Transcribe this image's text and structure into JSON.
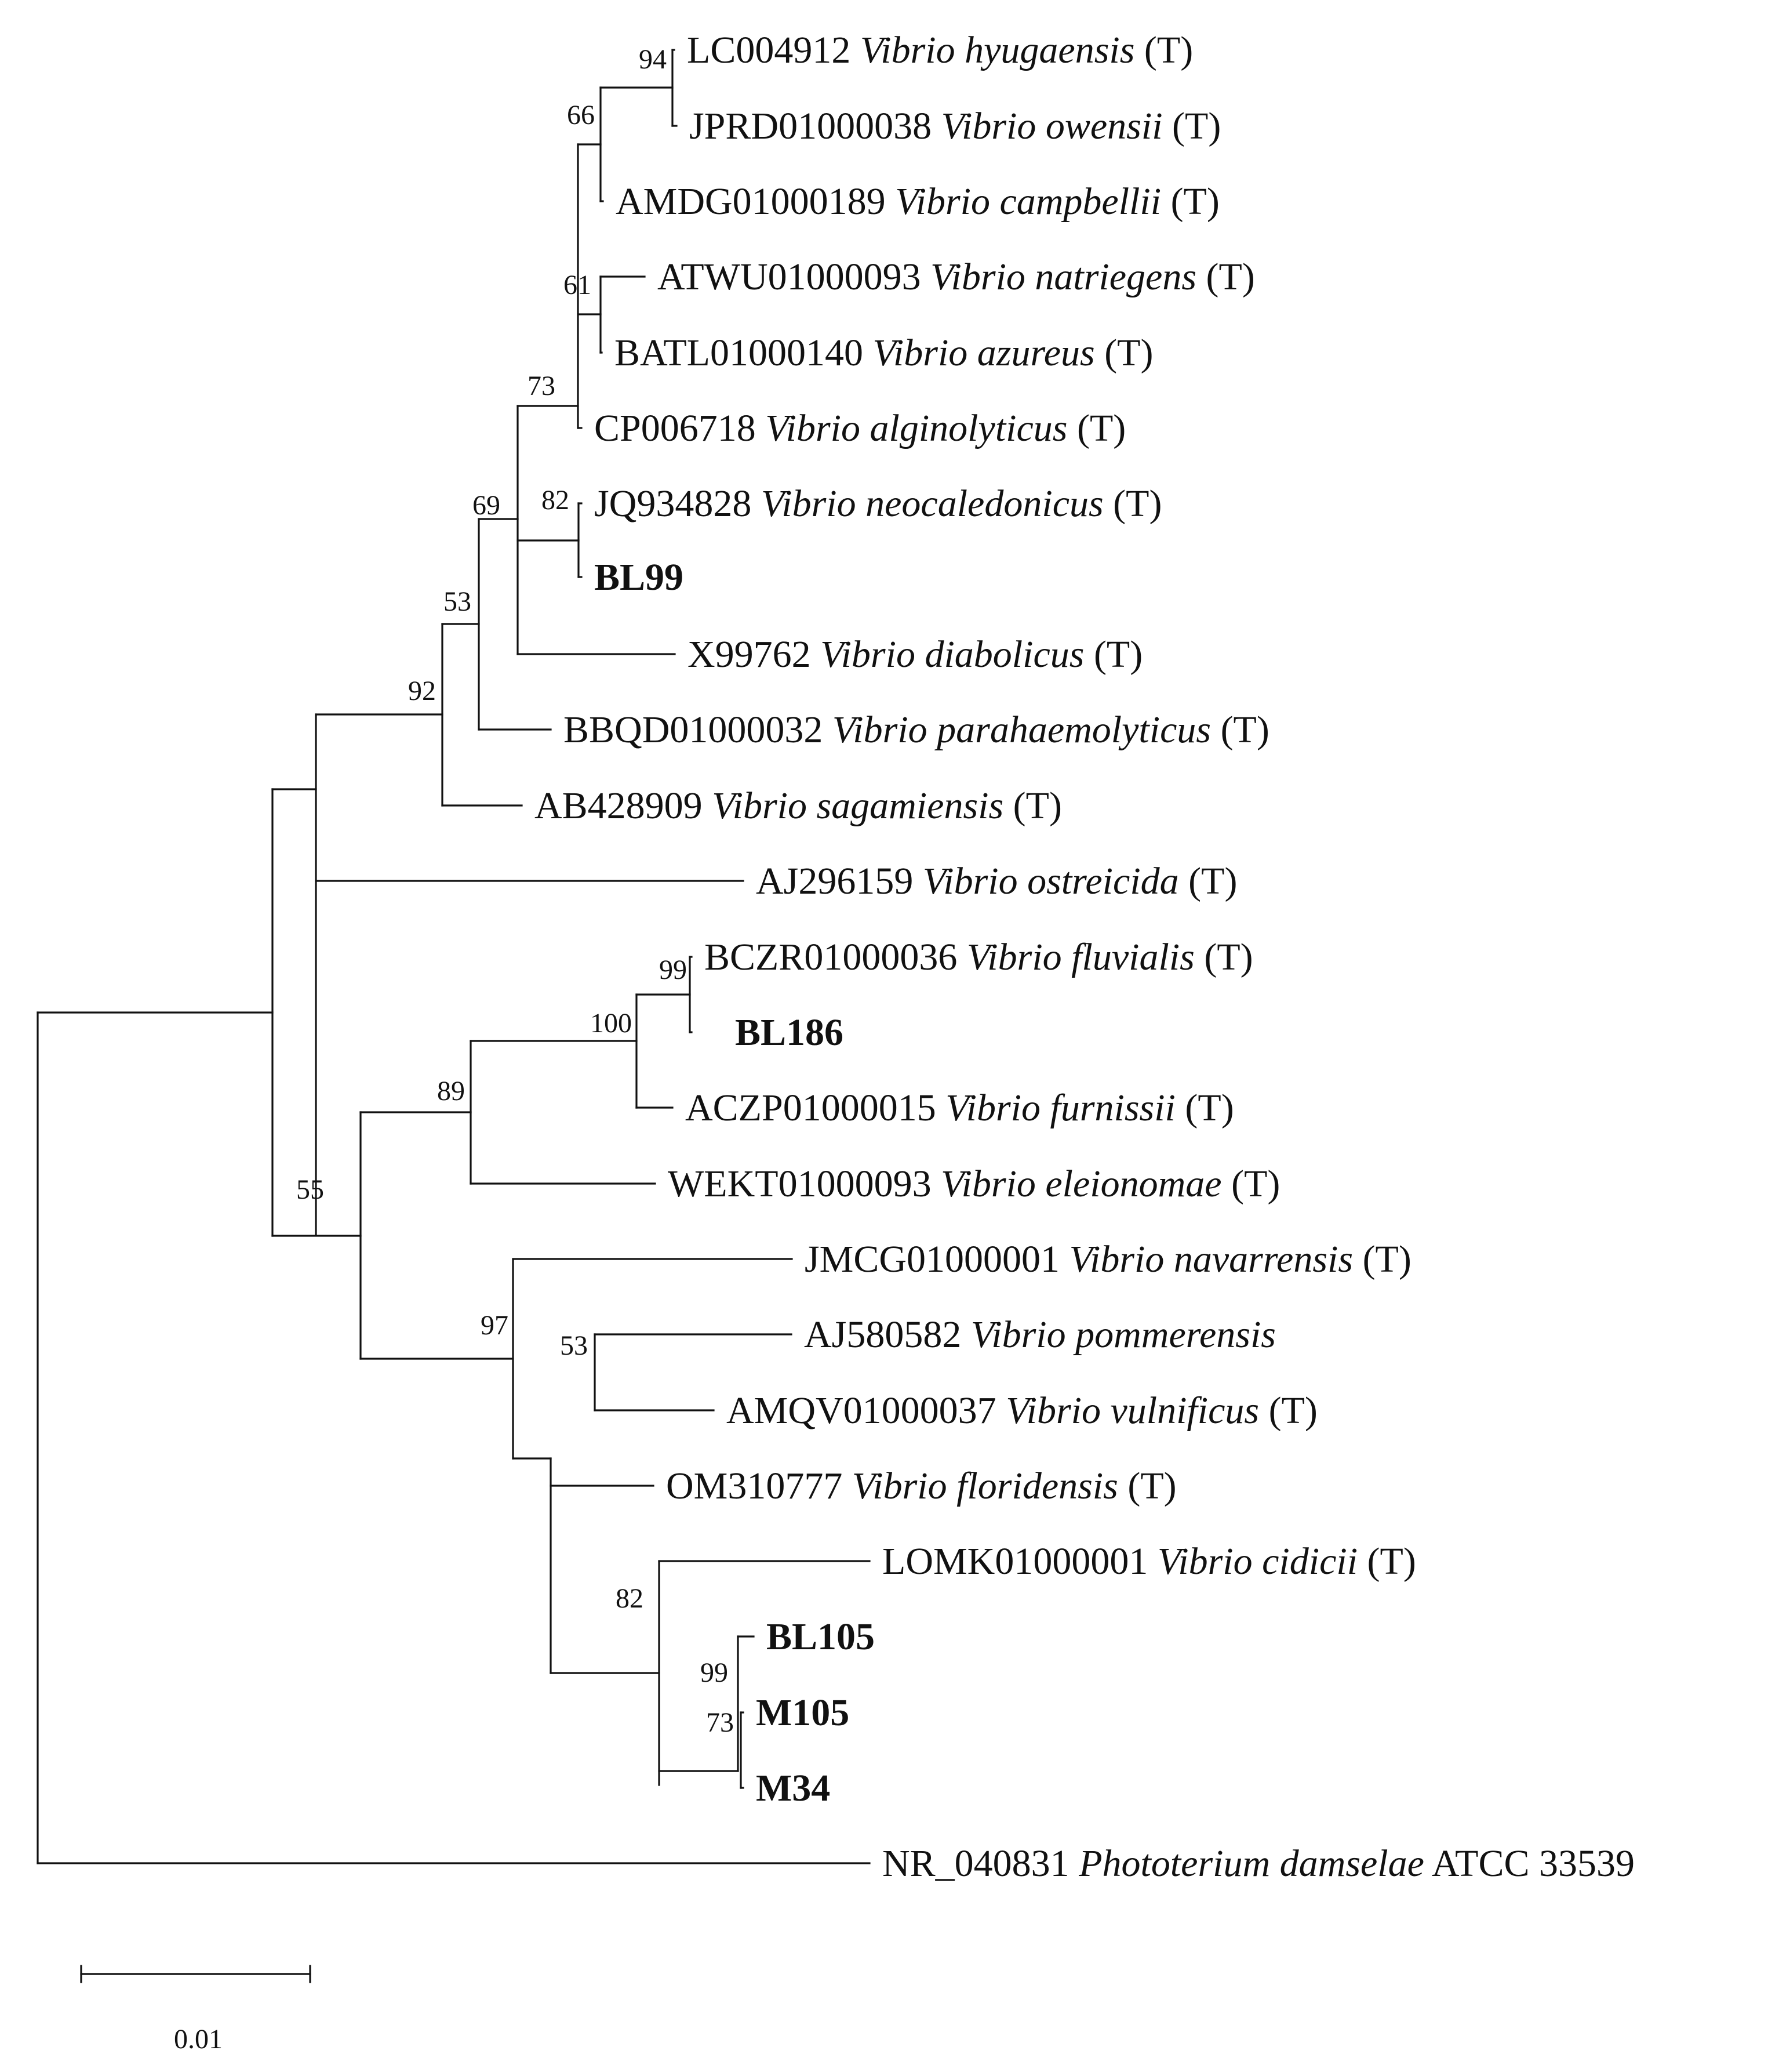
{
  "tree": {
    "leaves": [
      {
        "id": "L1",
        "acc": "LC004912",
        "species": "Vibrio hyugaensis",
        "suffix": "(T)"
      },
      {
        "id": "L2",
        "acc": "JPRD01000038",
        "species": "Vibrio owensii",
        "suffix": "(T)"
      },
      {
        "id": "L3",
        "acc": "AMDG01000189",
        "species": "Vibrio campbellii",
        "suffix": "(T)"
      },
      {
        "id": "L4",
        "acc": "ATWU01000093",
        "species": "Vibrio natriegens",
        "suffix": "(T)"
      },
      {
        "id": "L5",
        "acc": "BATL01000140",
        "species": "Vibrio azureus",
        "suffix": "(T)"
      },
      {
        "id": "L6",
        "acc": "CP006718",
        "species": "Vibrio alginolyticus",
        "suffix": "(T)"
      },
      {
        "id": "L7",
        "acc": "JQ934828",
        "species": "Vibrio neocaledonicus",
        "suffix": "(T)"
      },
      {
        "id": "L8",
        "acc": "BL99",
        "species": "",
        "suffix": "",
        "bold": true
      },
      {
        "id": "L9",
        "acc": "X99762",
        "species": "Vibrio diabolicus",
        "suffix": "(T)"
      },
      {
        "id": "L10",
        "acc": "BBQD01000032",
        "species": "Vibrio parahaemolyticus",
        "suffix": "(T)"
      },
      {
        "id": "L11",
        "acc": "AB428909",
        "species": "Vibrio sagamiensis",
        "suffix": "(T)"
      },
      {
        "id": "L12",
        "acc": "AJ296159",
        "species": "Vibrio ostreicida",
        "suffix": "(T)"
      },
      {
        "id": "L13",
        "acc": "BCZR01000036",
        "species": "Vibrio fluvialis",
        "suffix": "(T)"
      },
      {
        "id": "L14",
        "acc": "BL186",
        "species": "",
        "suffix": "",
        "bold": true
      },
      {
        "id": "L15",
        "acc": "ACZP01000015",
        "species": "Vibrio furnissii",
        "suffix": "(T)"
      },
      {
        "id": "L16",
        "acc": "WEKT01000093",
        "species": "Vibrio eleionomae",
        "suffix": "(T)"
      },
      {
        "id": "L17",
        "acc": "JMCG01000001",
        "species": "Vibrio navarrensis",
        "suffix": "(T)"
      },
      {
        "id": "L18",
        "acc": "AJ580582",
        "species": "Vibrio pommerensis",
        "suffix": ""
      },
      {
        "id": "L19",
        "acc": "AMQV01000037",
        "species": "Vibrio vulnificus",
        "suffix": "(T)"
      },
      {
        "id": "L20",
        "acc": "OM310777",
        "species": "Vibrio floridensis",
        "suffix": "(T)"
      },
      {
        "id": "L21",
        "acc": "LOMK01000001",
        "species": "Vibrio cidicii",
        "suffix": "(T)"
      },
      {
        "id": "L22",
        "acc": "BL105",
        "species": "",
        "suffix": "",
        "bold": true
      },
      {
        "id": "L23",
        "acc": "M105",
        "species": "",
        "suffix": "",
        "bold": true
      },
      {
        "id": "L24",
        "acc": "M34",
        "species": "",
        "suffix": "",
        "bold": true
      },
      {
        "id": "L25",
        "acc": "NR_040831",
        "species": "Phototerium damselae",
        "suffix": "ATCC 33539"
      }
    ],
    "bootstrap": [
      {
        "node": "hyugaensis-owensii",
        "value": "94"
      },
      {
        "node": "hyugaensis-campbellii",
        "value": "66"
      },
      {
        "node": "natriegens-azureus",
        "value": "61"
      },
      {
        "node": "harveyi-alginolyticus",
        "value": "73"
      },
      {
        "node": "neocaledonicus-BL99",
        "value": "82"
      },
      {
        "node": "harveyi-diabolicus",
        "value": "69"
      },
      {
        "node": "harveyi-parahaemolyticus",
        "value": "53"
      },
      {
        "node": "harveyi-sagamiensis",
        "value": "92"
      },
      {
        "node": "fluvialis-BL186",
        "value": "99"
      },
      {
        "node": "fluvialis-furnissii",
        "value": "100"
      },
      {
        "node": "fluvialis-eleionomae",
        "value": "89"
      },
      {
        "node": "fluvialis-vulnificus",
        "value": "55"
      },
      {
        "node": "pommerensis-vulnificus",
        "value": "53"
      },
      {
        "node": "navarrensis-vulnificus",
        "value": "97"
      },
      {
        "node": "cidicii-strains",
        "value": "82"
      },
      {
        "node": "BL105-M34",
        "value": "99"
      },
      {
        "node": "M105-M34",
        "value": "73"
      }
    ],
    "scale_label": "0.01"
  }
}
